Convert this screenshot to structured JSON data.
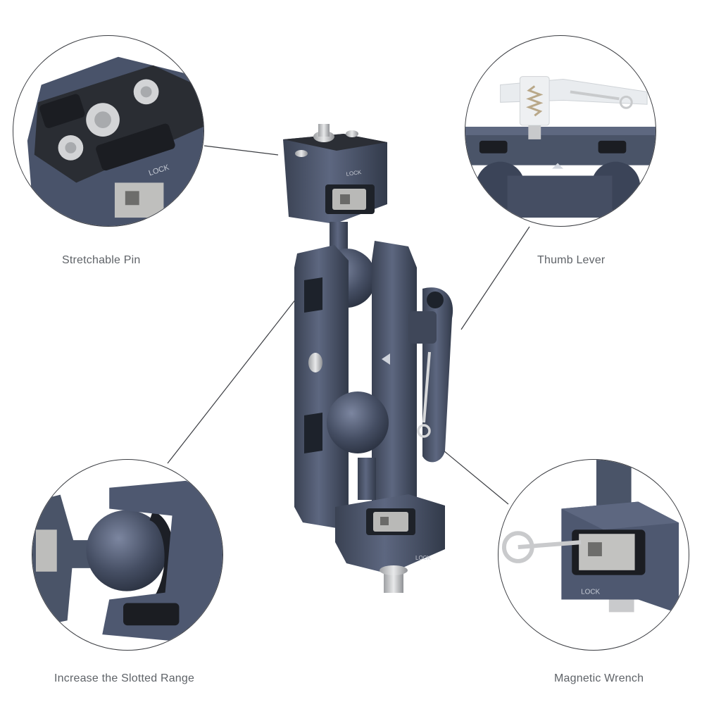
{
  "callouts": {
    "top_left": {
      "label": "Stretchable Pin",
      "icon": "stretchable-pin-detail-icon"
    },
    "top_right": {
      "label": "Thumb Lever",
      "icon": "thumb-lever-detail-icon"
    },
    "bottom_left": {
      "label": "Increase the Slotted Range",
      "icon": "slotted-range-detail-icon"
    },
    "bottom_right": {
      "label": "Magnetic Wrench",
      "icon": "magnetic-wrench-detail-icon"
    }
  },
  "engravings": {
    "lock": "LOCK"
  },
  "colors": {
    "metal": "#4a5468",
    "metal_dark": "#343c4c",
    "metal_light": "#6b7488",
    "pad": "#2a2c30",
    "steel": "#c9cacc",
    "caption": "#5f6368",
    "line": "#3b3d42"
  }
}
